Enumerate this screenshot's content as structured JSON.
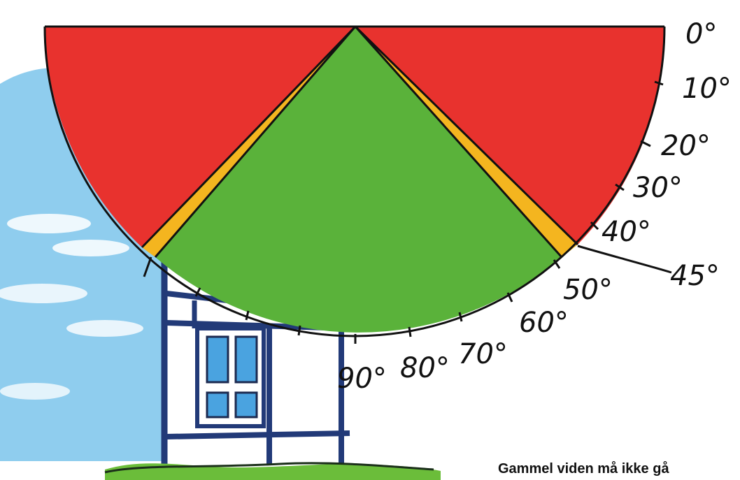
{
  "diagram": {
    "angle_labels": [
      "0°",
      "10°",
      "20°",
      "30°",
      "40°",
      "45°",
      "50°",
      "60°",
      "70°",
      "80°",
      "90°"
    ],
    "caption": "Gammel viden må ikke gå",
    "colors": {
      "red_zone": "#e8322e",
      "green_zone": "#5ab23a",
      "yellow_strip": "#f4b51f",
      "sky": "#8fcdee",
      "wall_lines": "#223a78",
      "grass": "#6bbd3a"
    }
  }
}
